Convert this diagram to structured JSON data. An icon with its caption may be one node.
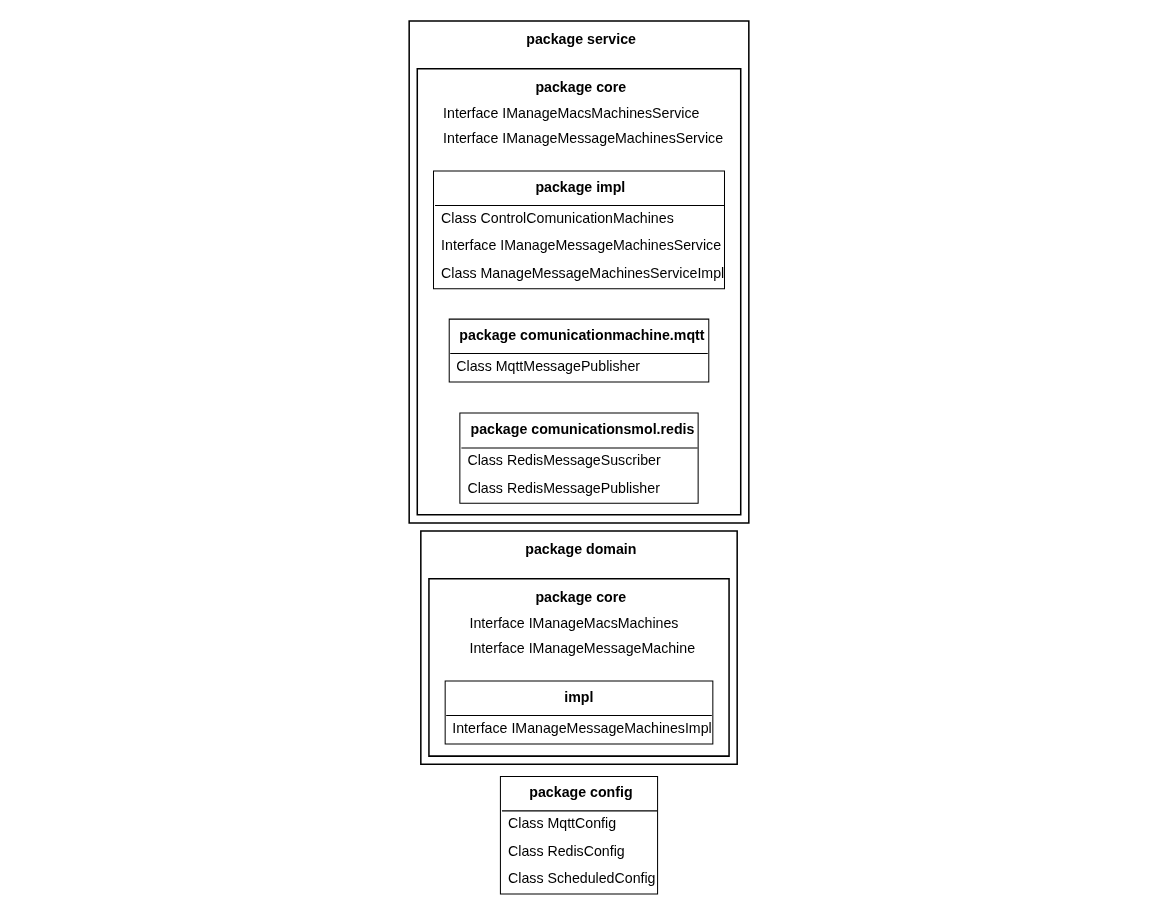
{
  "diagram": {
    "nodes": [
      {
        "text": [
          "package config",
          "Class MqttConfig",
          "Class RedisConfig",
          "Class ScheduledConfig"
        ]
      },
      {
        "text": [
          "package domain"
        ]
      },
      {
        "text": [
          "package core",
          "Interface IManageMacsMachines",
          "Interface IManageMessageMachine"
        ],
        "in": 1
      },
      {
        "text": [
          "impl",
          "Interface IManageMessageMachinesImpl"
        ],
        "in": 2
      },
      {
        "text": [
          "package service"
        ]
      },
      {
        "text": [
          "package core",
          "Interface IManageMacsMachinesService",
          "Interface IManageMessageMachinesService"
        ],
        "in": 4
      },
      {
        "text": [
          "package impl",
          "Class ControlComunicationMachines",
          "Interface IManageMessageMachinesService",
          "Class ManageMessageMachinesServiceImpl"
        ],
        "in": 5
      },
      {
        "text": [
          "package comunicationmachine.mqtt",
          "Class MqttMessagePublisher"
        ],
        "in": 5
      },
      {
        "text": [
          "package comunicationsmol.redis",
          "Class RedisMessageSuscriber",
          "Class RedisMessagePublisher"
        ],
        "in": 5
      }
    ],
    "edges": []
  }
}
